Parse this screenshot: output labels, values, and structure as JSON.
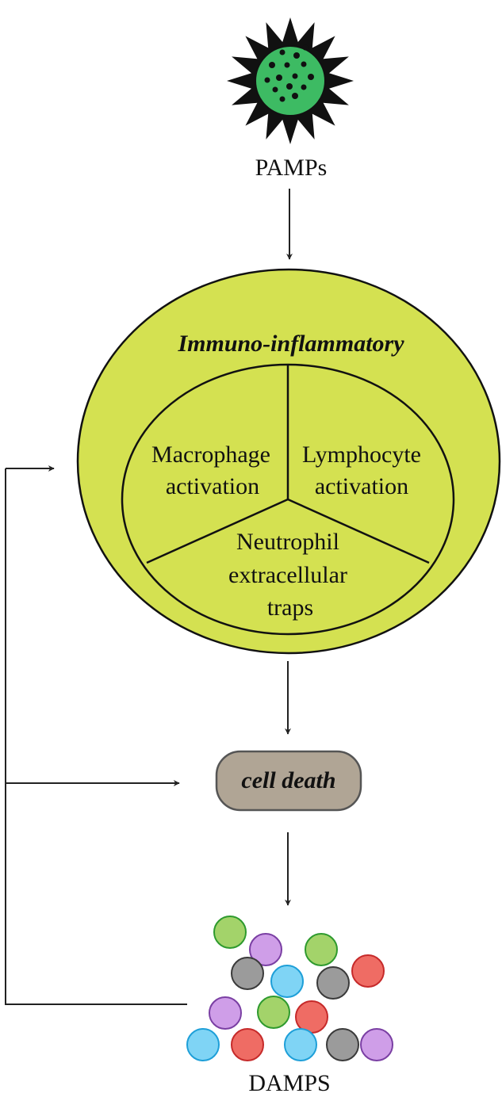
{
  "pamps": {
    "label": "PAMPs",
    "icon": "pathogen-icon",
    "core_color": "#3dbb63",
    "spike_color": "#111111"
  },
  "immuno": {
    "title": "Immuno-inflammatory",
    "fill_color": "#d4e151",
    "segments": {
      "macrophage": [
        "Macrophage",
        "activation"
      ],
      "lymphocyte": [
        "Lymphocyte",
        "activation"
      ],
      "neutrophil": [
        "Neutrophil",
        "extracellular",
        "traps"
      ]
    }
  },
  "cell_death": {
    "label": "cell death",
    "fill_color": "#b0a595"
  },
  "damps": {
    "label": "DAMPS",
    "particles": [
      {
        "color": "green"
      },
      {
        "color": "purple"
      },
      {
        "color": "green"
      },
      {
        "color": "gray"
      },
      {
        "color": "blue"
      },
      {
        "color": "gray"
      },
      {
        "color": "red"
      },
      {
        "color": "purple"
      },
      {
        "color": "green"
      },
      {
        "color": "red"
      },
      {
        "color": "blue"
      },
      {
        "color": "red"
      },
      {
        "color": "blue"
      },
      {
        "color": "gray"
      },
      {
        "color": "purple"
      }
    ],
    "palette": {
      "green": {
        "fill": "#a3d36a",
        "stroke": "#2e9a2e"
      },
      "purple": {
        "fill": "#cf9ee8",
        "stroke": "#7a3fa3"
      },
      "gray": {
        "fill": "#9b9b9b",
        "stroke": "#3a3a3a"
      },
      "blue": {
        "fill": "#7fd4f5",
        "stroke": "#1e9fd8"
      },
      "red": {
        "fill": "#ef6c64",
        "stroke": "#c62a2a"
      }
    }
  },
  "arrow_color": "#222222"
}
